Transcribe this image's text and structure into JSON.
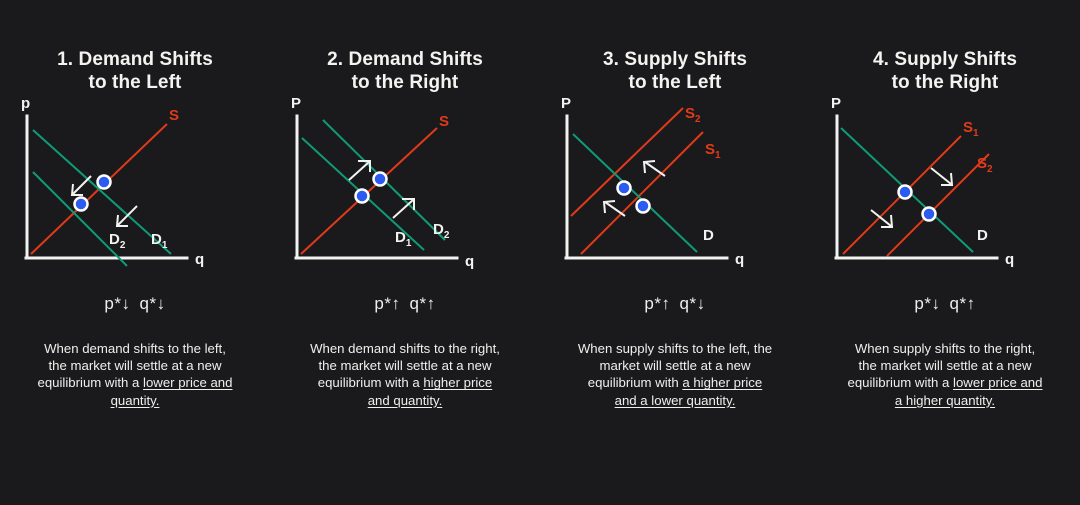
{
  "figure": {
    "background_color": "#1a1a1d",
    "supply_color": "#e03a1a",
    "demand_color": "#0f9b78",
    "axis_color": "#f2f2f0",
    "dot_fill": "#2b5bf0",
    "dot_ring": "#ffffff",
    "text_color": "#f2f2f0"
  },
  "panels": [
    {
      "title": "1. Demand Shifts\nto the Left",
      "axis": {
        "y_label": "p",
        "x_label": "q"
      },
      "curve_labels": [
        {
          "text": "S",
          "sub": "",
          "kind": "supply"
        },
        {
          "text": "D",
          "sub": "2",
          "kind": "demand"
        },
        {
          "text": "D",
          "sub": "1",
          "kind": "demand"
        }
      ],
      "result": {
        "price_symbol": "p*",
        "price_arrow": "↓",
        "quantity_symbol": "q*",
        "quantity_arrow": "↓"
      },
      "caption_plain": "When demand shifts to the left, the market will settle at a new equilibrium with a ",
      "caption_underlined": "lower price and quantity.",
      "shift_direction": "left",
      "shifting_curve": "demand"
    },
    {
      "title": "2. Demand Shifts\nto the Right",
      "axis": {
        "y_label": "P",
        "x_label": "q"
      },
      "curve_labels": [
        {
          "text": "S",
          "sub": "",
          "kind": "supply"
        },
        {
          "text": "D",
          "sub": "1",
          "kind": "demand"
        },
        {
          "text": "D",
          "sub": "2",
          "kind": "demand"
        }
      ],
      "result": {
        "price_symbol": "p*",
        "price_arrow": "↑",
        "quantity_symbol": "q*",
        "quantity_arrow": "↑"
      },
      "caption_plain": "When demand shifts to the right, the market will settle at a new equilibrium with a ",
      "caption_underlined": "higher price and quantity.",
      "shift_direction": "right",
      "shifting_curve": "demand"
    },
    {
      "title": "3. Supply Shifts\nto the Left",
      "axis": {
        "y_label": "P",
        "x_label": "q"
      },
      "curve_labels": [
        {
          "text": "S",
          "sub": "2",
          "kind": "supply"
        },
        {
          "text": "S",
          "sub": "1",
          "kind": "supply"
        },
        {
          "text": "D",
          "sub": "",
          "kind": "demand"
        }
      ],
      "result": {
        "price_symbol": "p*",
        "price_arrow": "↑",
        "quantity_symbol": "q*",
        "quantity_arrow": "↓"
      },
      "caption_plain": "When supply shifts to the left, the market will settle at a new equilibrium with ",
      "caption_underlined": "a higher price and a lower quantity.",
      "shift_direction": "left",
      "shifting_curve": "supply"
    },
    {
      "title": "4. Supply Shifts\nto the Right",
      "axis": {
        "y_label": "P",
        "x_label": "q"
      },
      "curve_labels": [
        {
          "text": "S",
          "sub": "1",
          "kind": "supply"
        },
        {
          "text": "S",
          "sub": "2",
          "kind": "supply"
        },
        {
          "text": "D",
          "sub": "",
          "kind": "demand"
        }
      ],
      "result": {
        "price_symbol": "p*",
        "price_arrow": "↓",
        "quantity_symbol": "q*",
        "quantity_arrow": "↑"
      },
      "caption_plain": "When supply shifts to the right,  the market will settle at a new equilibrium with a ",
      "caption_underlined": "lower price and a higher quantity.",
      "shift_direction": "right",
      "shifting_curve": "supply"
    }
  ],
  "chart_data": {
    "type": "line",
    "title": "Supply and Demand Shift Diagrams",
    "xlabel": "q",
    "ylabel": "p",
    "panels": [
      {
        "name": "1. Demand Shifts to the Left",
        "series": [
          {
            "name": "S",
            "color": "#e03a1a",
            "points": [
              [
                0,
                0
              ],
              [
                100,
                100
              ]
            ]
          },
          {
            "name": "D1",
            "color": "#0f9b78",
            "points": [
              [
                0,
                92
              ],
              [
                92,
                0
              ]
            ]
          },
          {
            "name": "D2",
            "color": "#0f9b78",
            "points": [
              [
                0,
                62
              ],
              [
                62,
                0
              ]
            ]
          }
        ],
        "equilibria": [
          [
            46,
            46
          ],
          [
            31,
            31
          ]
        ],
        "arrows": "two white arrows pointing down-left",
        "outcome": "p* down, q* down"
      },
      {
        "name": "2. Demand Shifts to the Right",
        "series": [
          {
            "name": "S",
            "color": "#e03a1a",
            "points": [
              [
                0,
                0
              ],
              [
                100,
                100
              ]
            ]
          },
          {
            "name": "D1",
            "color": "#0f9b78",
            "points": [
              [
                0,
                80
              ],
              [
                80,
                0
              ]
            ]
          },
          {
            "name": "D2",
            "color": "#0f9b78",
            "points": [
              [
                12,
                100
              ],
              [
                100,
                12
              ]
            ]
          }
        ],
        "equilibria": [
          [
            40,
            40
          ],
          [
            56,
            56
          ]
        ],
        "arrows": "two white arrows pointing up-right",
        "outcome": "p* up, q* up"
      },
      {
        "name": "3. Supply Shifts to the Left",
        "series": [
          {
            "name": "S1",
            "color": "#e03a1a",
            "points": [
              [
                8,
                0
              ],
              [
                100,
                92
              ]
            ]
          },
          {
            "name": "S2",
            "color": "#e03a1a",
            "points": [
              [
                0,
                22
              ],
              [
                80,
                100
              ]
            ]
          },
          {
            "name": "D",
            "color": "#0f9b78",
            "points": [
              [
                4,
                90
              ],
              [
                94,
                2
              ]
            ]
          }
        ],
        "equilibria": [
          [
            32,
            54
          ],
          [
            52,
            44
          ]
        ],
        "arrows": "two white arrows pointing up-left",
        "outcome": "p* up, q* down"
      },
      {
        "name": "4. Supply Shifts to the Right",
        "series": [
          {
            "name": "S1",
            "color": "#e03a1a",
            "points": [
              [
                4,
                0
              ],
              [
                92,
                88
              ]
            ]
          },
          {
            "name": "S2",
            "color": "#e03a1a",
            "points": [
              [
                26,
                0
              ],
              [
                100,
                74
              ]
            ]
          },
          {
            "name": "D",
            "color": "#0f9b78",
            "points": [
              [
                2,
                94
              ],
              [
                92,
                4
              ]
            ]
          }
        ],
        "equilibria": [
          [
            48,
            46
          ],
          [
            64,
            36
          ]
        ],
        "arrows": "two white arrows pointing down-right",
        "outcome": "p* down, q* up"
      }
    ]
  }
}
